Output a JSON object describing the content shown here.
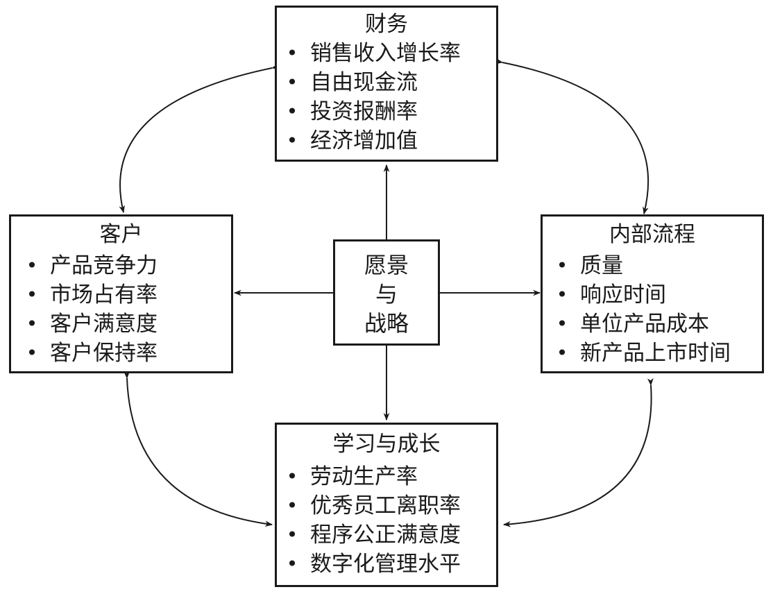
{
  "center": {
    "lines": [
      "愿景",
      "与",
      "战略"
    ]
  },
  "boxes": {
    "finance": {
      "title": "财务",
      "items": [
        "销售收入增长率",
        "自由现金流",
        "投资报酬率",
        "经济增加值"
      ]
    },
    "customer": {
      "title": "客户",
      "items": [
        "产品竞争力",
        "市场占有率",
        "客户满意度",
        "客户保持率"
      ]
    },
    "internal": {
      "title": "内部流程",
      "items": [
        "质量",
        "响应时间",
        "单位产品成本",
        "新产品上市时间"
      ]
    },
    "learning": {
      "title": "学习与成长",
      "items": [
        "劳动生产率",
        "优秀员工离职率",
        "程序公正满意度",
        "数字化管理水平"
      ]
    }
  },
  "bullet": "•",
  "colors": {
    "line": "#1a1a1a",
    "background": "#ffffff"
  }
}
